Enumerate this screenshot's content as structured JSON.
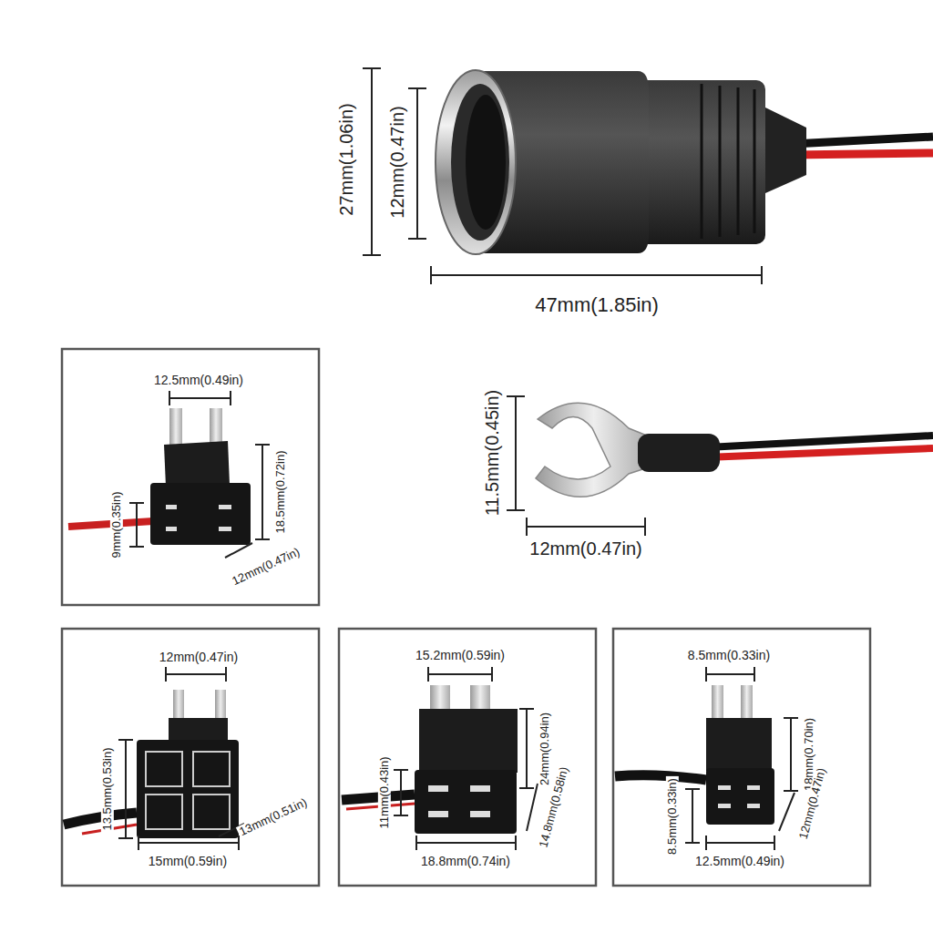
{
  "diagram": {
    "labels": [
      "27mm(1.06in)",
      "12mm(0.47in)",
      "47mm(1.85in)",
      "12.5mm(0.49in)",
      "18.5mm(0.72in)",
      "9mm(0.35in)",
      "12mm(0.47in)",
      "11.5mm(0.45in)",
      "12mm(0.47in)",
      "12mm(0.47in)",
      "13.5mm(0.53in)",
      "15mm(0.59in)",
      "13mm(0.51in)",
      "15.2mm(0.59in)",
      "24mm(0.94in)",
      "11mm(0.43in)",
      "18.8mm(0.74in)",
      "14.8mm(0.58in)",
      "8.5mm(0.33in)",
      "18mm(0.70in)",
      "8.5mm(0.33in)",
      "12.5mm(0.49in)",
      "12mm(0.47in)"
    ]
  }
}
